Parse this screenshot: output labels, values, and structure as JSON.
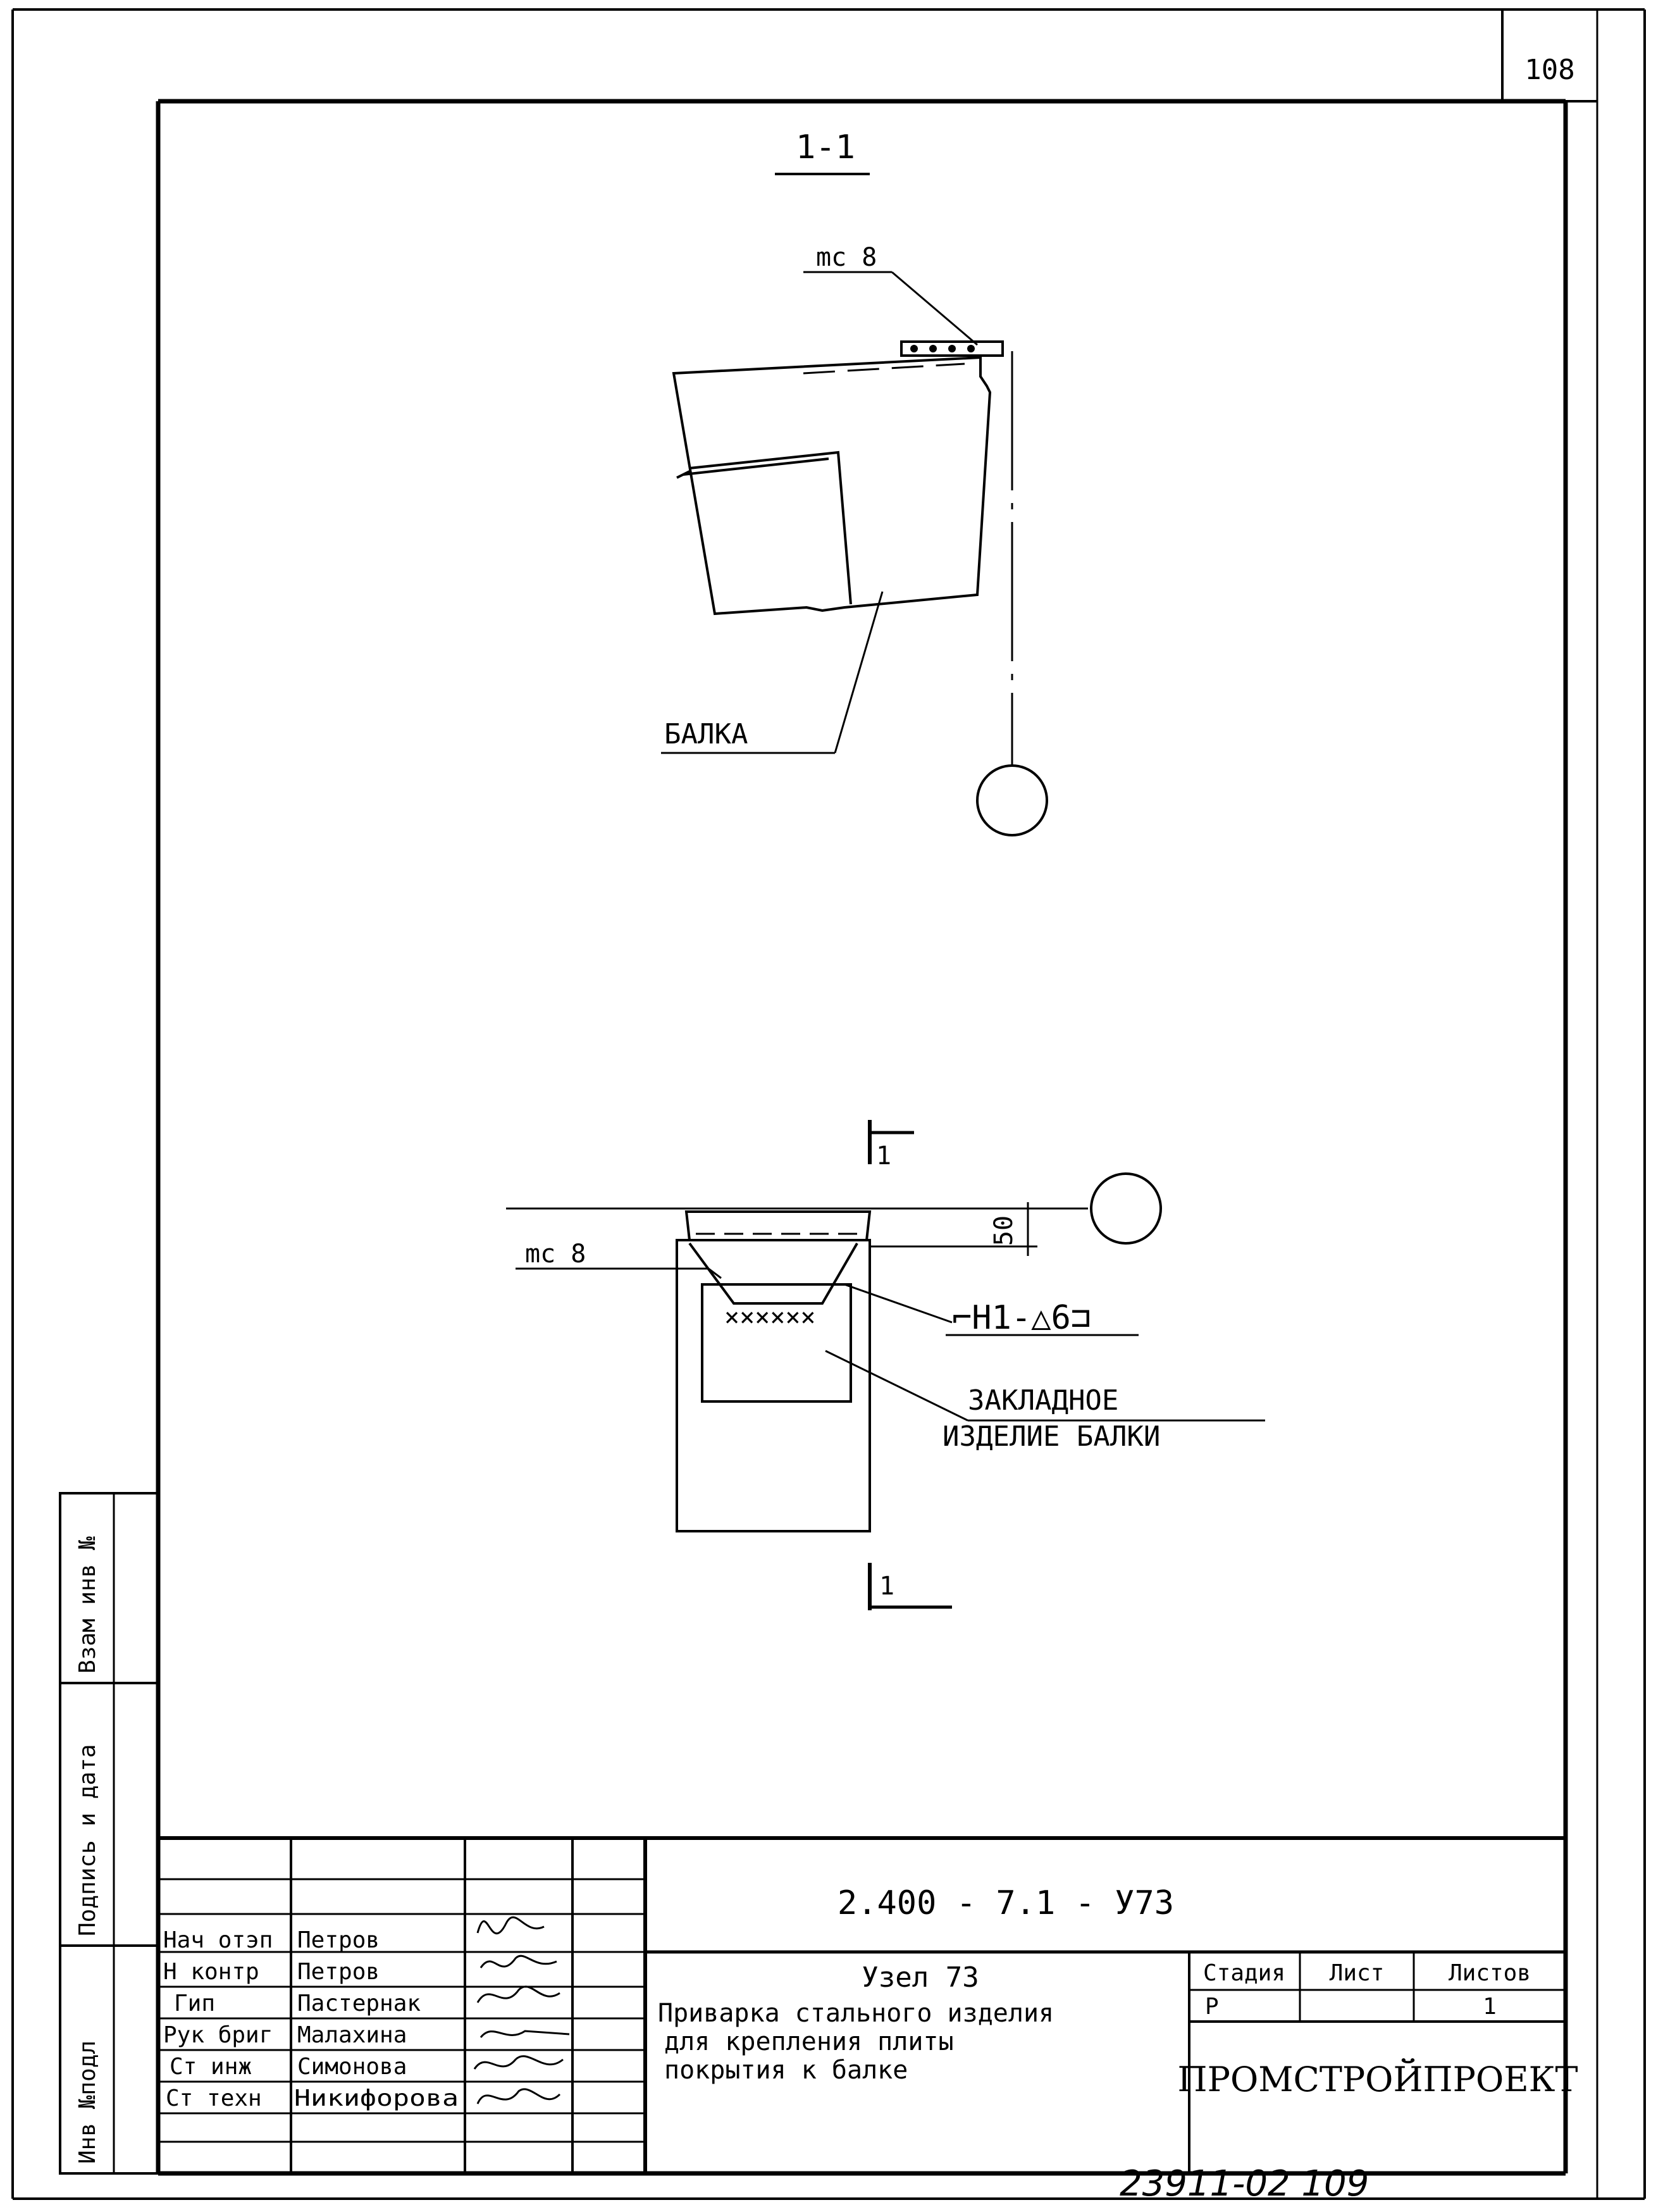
{
  "sheet_number": "108",
  "section_title": "1-1",
  "section_view": {
    "weld_label": "mc 8",
    "beam_label": "БАЛКА"
  },
  "plan_view": {
    "weld_label": "mc 8",
    "dimension": "50",
    "weld_spec": "⌐H1-△6⊐",
    "embedded_label_line1": "ЗАКЛАДНОЕ",
    "embedded_label_line2": "ИЗДЕЛИЕ БАЛКИ",
    "cut_mark_top": "1",
    "cut_mark_bottom": "1"
  },
  "side_stamp": {
    "substitute_inv": "Взам инв №",
    "signature_date": "Подпись и дата",
    "inv_original": "Инв №подл"
  },
  "title_block": {
    "document_code": "2.400 - 7.1 - У73",
    "title_line1": "Узел 73",
    "title_line2": "Приварка стального изделия",
    "title_line3": "для крепления плиты",
    "title_line4": "покрытия   к   балке",
    "stage_header": "Стадия",
    "sheet_header": "Лист",
    "sheets_header": "Листов",
    "stage_value": "Р",
    "sheet_value": "",
    "sheets_value": "1",
    "organization": "ПРОМСТРОЙПРОЕКТ",
    "roles": [
      {
        "role": "Нач отэп",
        "name": "Петров"
      },
      {
        "role": "Н контр",
        "name": "Петров"
      },
      {
        "role": "Гип",
        "name": "Пастернак"
      },
      {
        "role": "Рук бриг",
        "name": "Малахина"
      },
      {
        "role": "Ст инж",
        "name": "Симонова"
      },
      {
        "role": "Ст техн",
        "name": "Никифорова"
      }
    ]
  },
  "handwritten_archive_number": "23911-02  109"
}
